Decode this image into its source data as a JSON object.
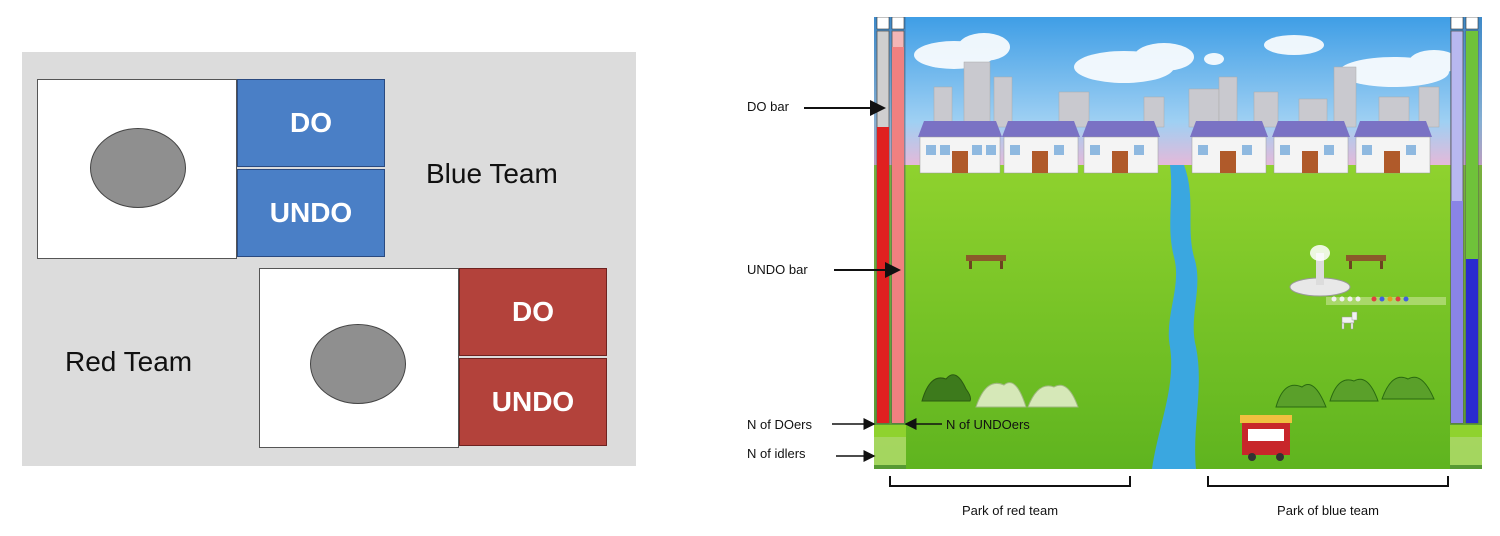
{
  "left_panel": {
    "blue_team": {
      "label": "Blue Team",
      "do_label": "DO",
      "undo_label": "UNDO",
      "color": "#4a7fc6"
    },
    "red_team": {
      "label": "Red Team",
      "do_label": "DO",
      "undo_label": "UNDO",
      "color": "#b3423b"
    }
  },
  "game": {
    "annotations": {
      "do_bar": "DO bar",
      "undo_bar": "UNDO bar",
      "n_doers": "N of DOers",
      "n_undoers": "N of UNDOers",
      "n_idlers": "N of idlers"
    },
    "parks": {
      "red": "Park of red team",
      "blue": "Park of blue team"
    },
    "colors": {
      "sky": "#6fb6ea",
      "grass": "#7bc628",
      "river": "#3aa7e0",
      "red_bar": "#e02020",
      "undo_red_bar": "#f08080",
      "blue_bar": "#2a2ad0",
      "green_bar": "#6fc23a"
    }
  }
}
